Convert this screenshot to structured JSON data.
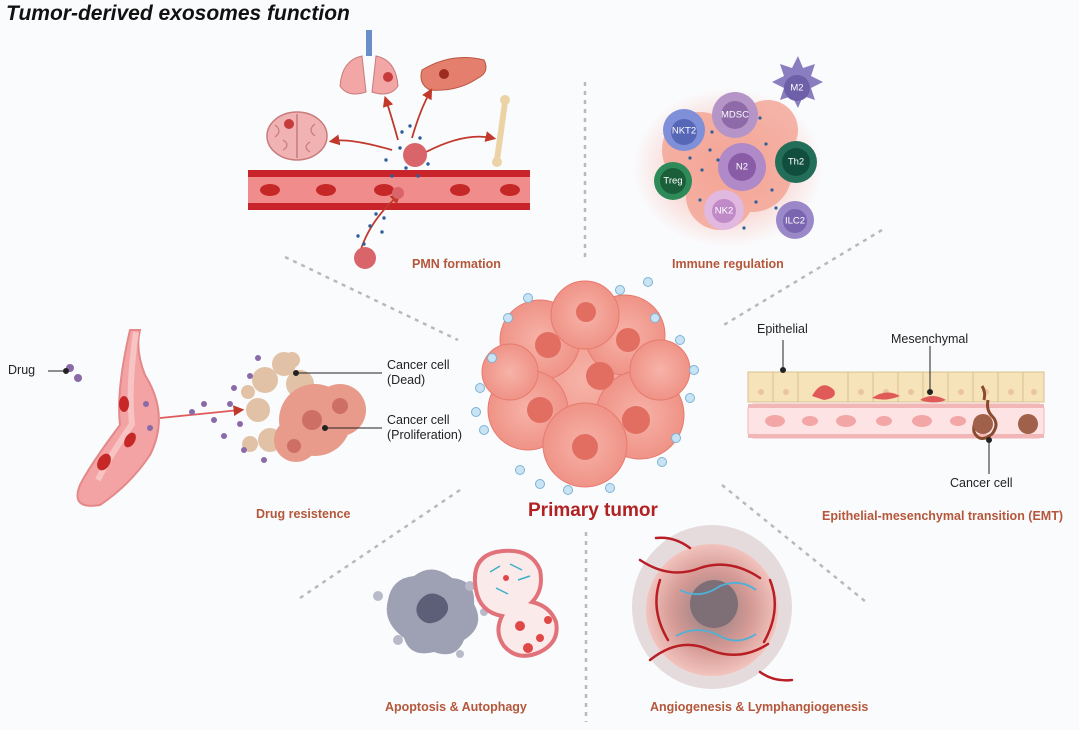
{
  "title": "Tumor-derived exosomes function",
  "center_label": "Primary tumor",
  "sections": {
    "pmn": "PMN formation",
    "immune": "Immune regulation",
    "drug": "Drug resistence",
    "emt": "Epithelial-mesenchymal transition (EMT)",
    "apoptosis": "Apoptosis & Autophagy",
    "angio": "Angiogenesis & Lymphangiogenesis"
  },
  "drug_panel": {
    "drug": "Drug",
    "dead_line1": "Cancer cell",
    "dead_line2": "(Dead)",
    "prolif_line1": "Cancer cell",
    "prolif_line2": "(Proliferation)"
  },
  "emt_panel": {
    "epithelial": "Epithelial",
    "mesenchymal": "Mesenchymal",
    "cancer_cell": "Cancer cell"
  },
  "immune_cells": {
    "m2": "M2",
    "mdsc": "MDSC",
    "nkt2": "NKT2",
    "n2": "N2",
    "th2": "Th2",
    "treg": "Treg",
    "nk2": "NK2",
    "ilc2": "ILC2"
  },
  "colors": {
    "section_label": "#b5573a",
    "center_label": "#b22222",
    "tumor": "#ec8f83",
    "vessel": "#c8242a"
  }
}
